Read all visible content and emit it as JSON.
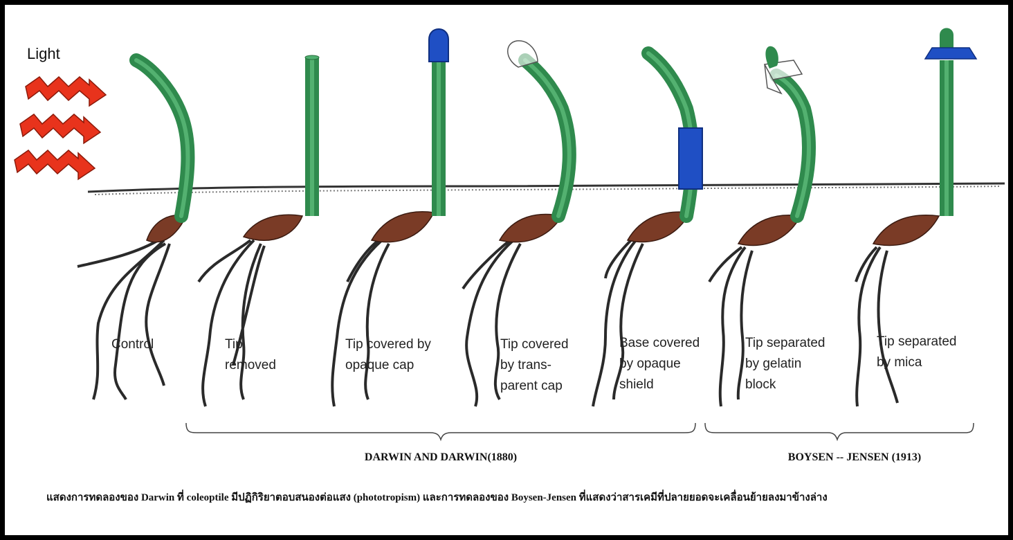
{
  "light_label": "Light",
  "specimens": [
    {
      "label_lines": [
        "Control"
      ]
    },
    {
      "label_lines": [
        "Tip",
        "removed"
      ]
    },
    {
      "label_lines": [
        "Tip covered by",
        "opaque cap"
      ]
    },
    {
      "label_lines": [
        "Tip covered",
        "by trans-",
        "parent cap"
      ]
    },
    {
      "label_lines": [
        "Base covered",
        "by opaque",
        "shield"
      ]
    },
    {
      "label_lines": [
        "Tip separated",
        "by gelatin",
        "block"
      ]
    },
    {
      "label_lines": [
        "Tip separated",
        "by mica"
      ]
    }
  ],
  "groups": [
    {
      "label": "DARWIN AND DARWIN(1880)"
    },
    {
      "label": "BOYSEN -- JENSEN (1913)"
    }
  ],
  "caption": "แสดงการทดลองของ Darwin ที่ coleoptile มีปฏิกิริยาตอบสนองต่อแสง (phototropism) และการทดลองของ Boysen-Jensen ที่แสดงว่าสารเคมีที่ปลายยอดจะเคลื่อนย้ายลงมาข้างล่าง",
  "colors": {
    "stem": "#3f9e5e",
    "seed": "#7a3b26",
    "cap_opaque": "#1f4fc4",
    "arrow": "#e8331c",
    "root": "#2a2a2a",
    "soil": "#333333"
  }
}
